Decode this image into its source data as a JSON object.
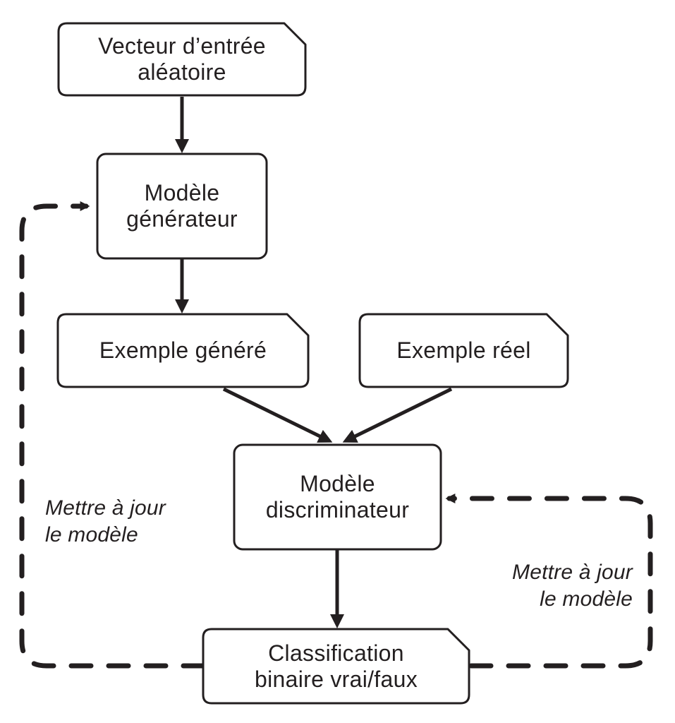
{
  "diagram": {
    "colors": {
      "ink": "#231f20",
      "background": "#ffffff"
    },
    "boxes": {
      "input_vector": {
        "lines": [
          "Vecteur d’entrée",
          "aléatoire"
        ]
      },
      "generator": {
        "lines": [
          "Modèle",
          "générateur"
        ]
      },
      "generated_example": {
        "lines": [
          "Exemple généré"
        ]
      },
      "real_example": {
        "lines": [
          "Exemple réel"
        ]
      },
      "discriminator": {
        "lines": [
          "Modèle",
          "discriminateur"
        ]
      },
      "classification": {
        "lines": [
          "Classification",
          "binaire vrai/faux"
        ]
      }
    },
    "annotations": {
      "update_generator": {
        "lines": [
          "Mettre à jour",
          "le modèle"
        ]
      },
      "update_discriminator": {
        "lines": [
          "Mettre à jour",
          "le modèle"
        ]
      }
    },
    "edges": [
      {
        "from": "input_vector",
        "to": "generator",
        "style": "solid-arrow"
      },
      {
        "from": "generator",
        "to": "generated_example",
        "style": "solid-arrow"
      },
      {
        "from": "generated_example",
        "to": "discriminator",
        "style": "solid-arrow"
      },
      {
        "from": "real_example",
        "to": "discriminator",
        "style": "solid-arrow"
      },
      {
        "from": "discriminator",
        "to": "classification",
        "style": "solid-arrow"
      },
      {
        "from": "classification",
        "to": "generator",
        "style": "dashed-arrow",
        "label": "Mettre à jour le modèle"
      },
      {
        "from": "classification",
        "to": "discriminator",
        "style": "dashed-arrow",
        "label": "Mettre à jour le modèle"
      }
    ]
  }
}
